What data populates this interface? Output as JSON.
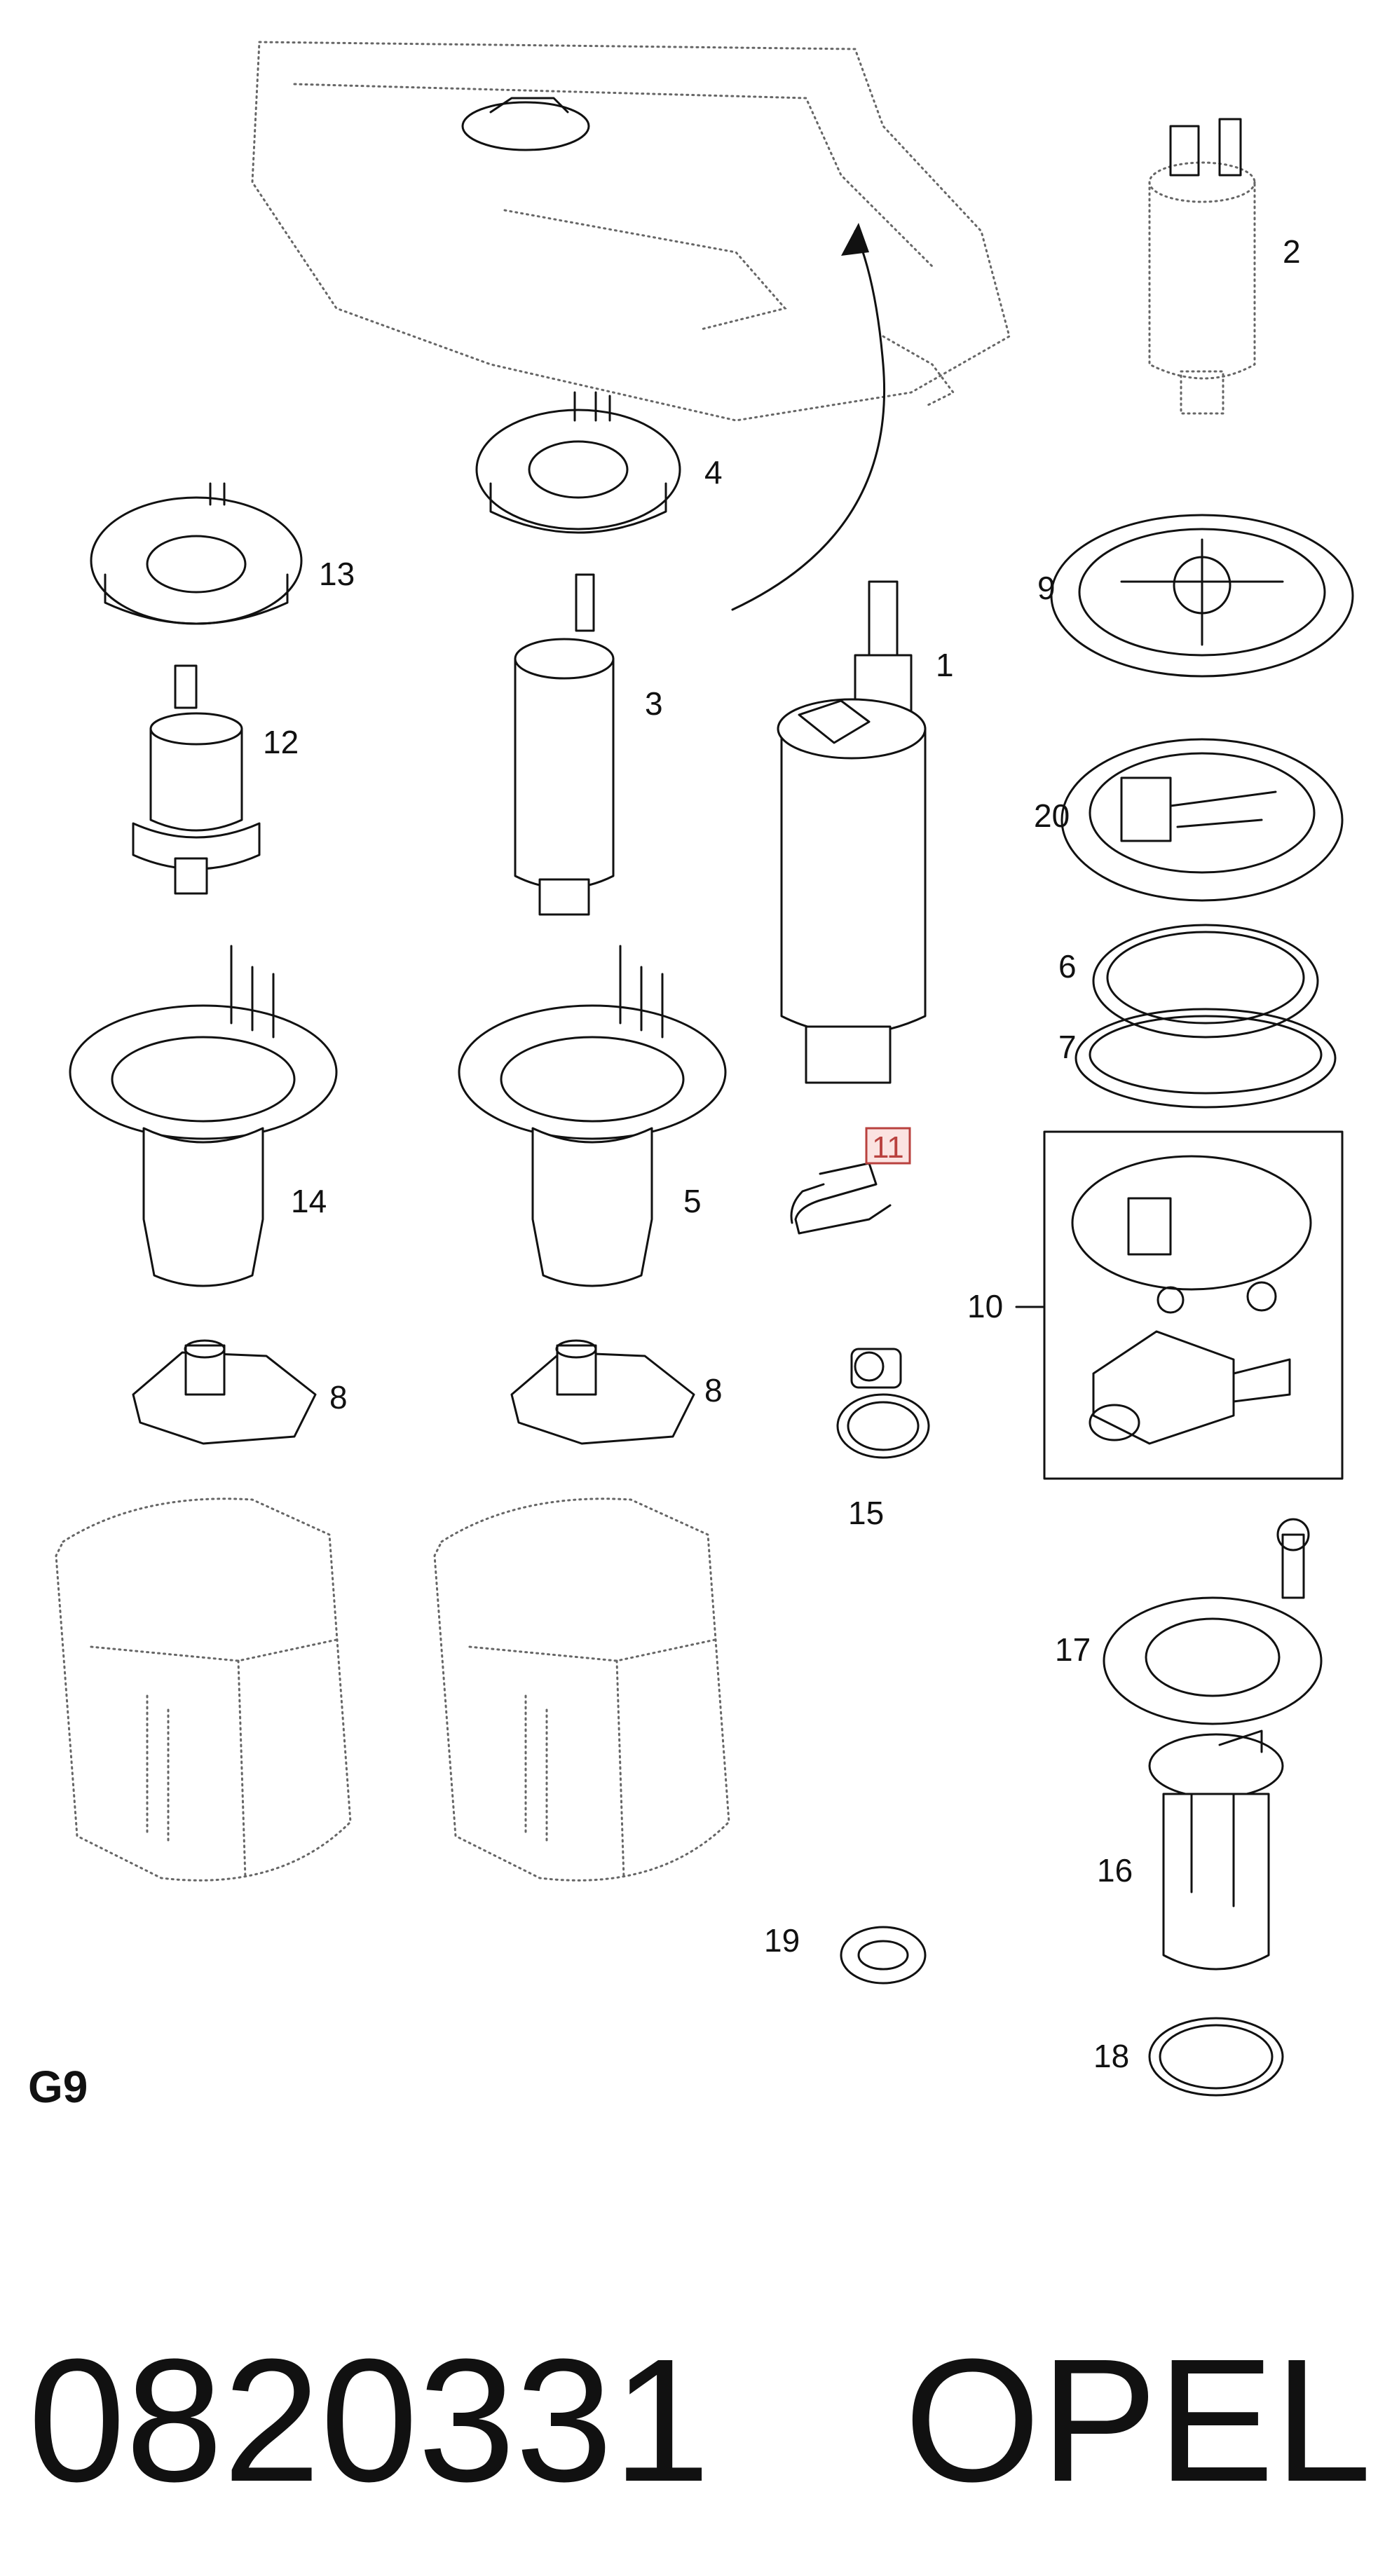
{
  "section_code": "G9",
  "part_number": "0820331",
  "brand": "OPEL",
  "callouts": {
    "c1": "1",
    "c2": "2",
    "c3": "3",
    "c4": "4",
    "c5": "5",
    "c6": "6",
    "c7": "7",
    "c8a": "8",
    "c8b": "8",
    "c9": "9",
    "c10": "10",
    "c11": "11",
    "c12": "12",
    "c13": "13",
    "c14": "14",
    "c15": "15",
    "c16": "16",
    "c17": "17",
    "c18": "18",
    "c19": "19",
    "c20": "20"
  },
  "colors": {
    "ink": "#111111",
    "ghost": "#666666",
    "highlight": "#b9413e"
  }
}
